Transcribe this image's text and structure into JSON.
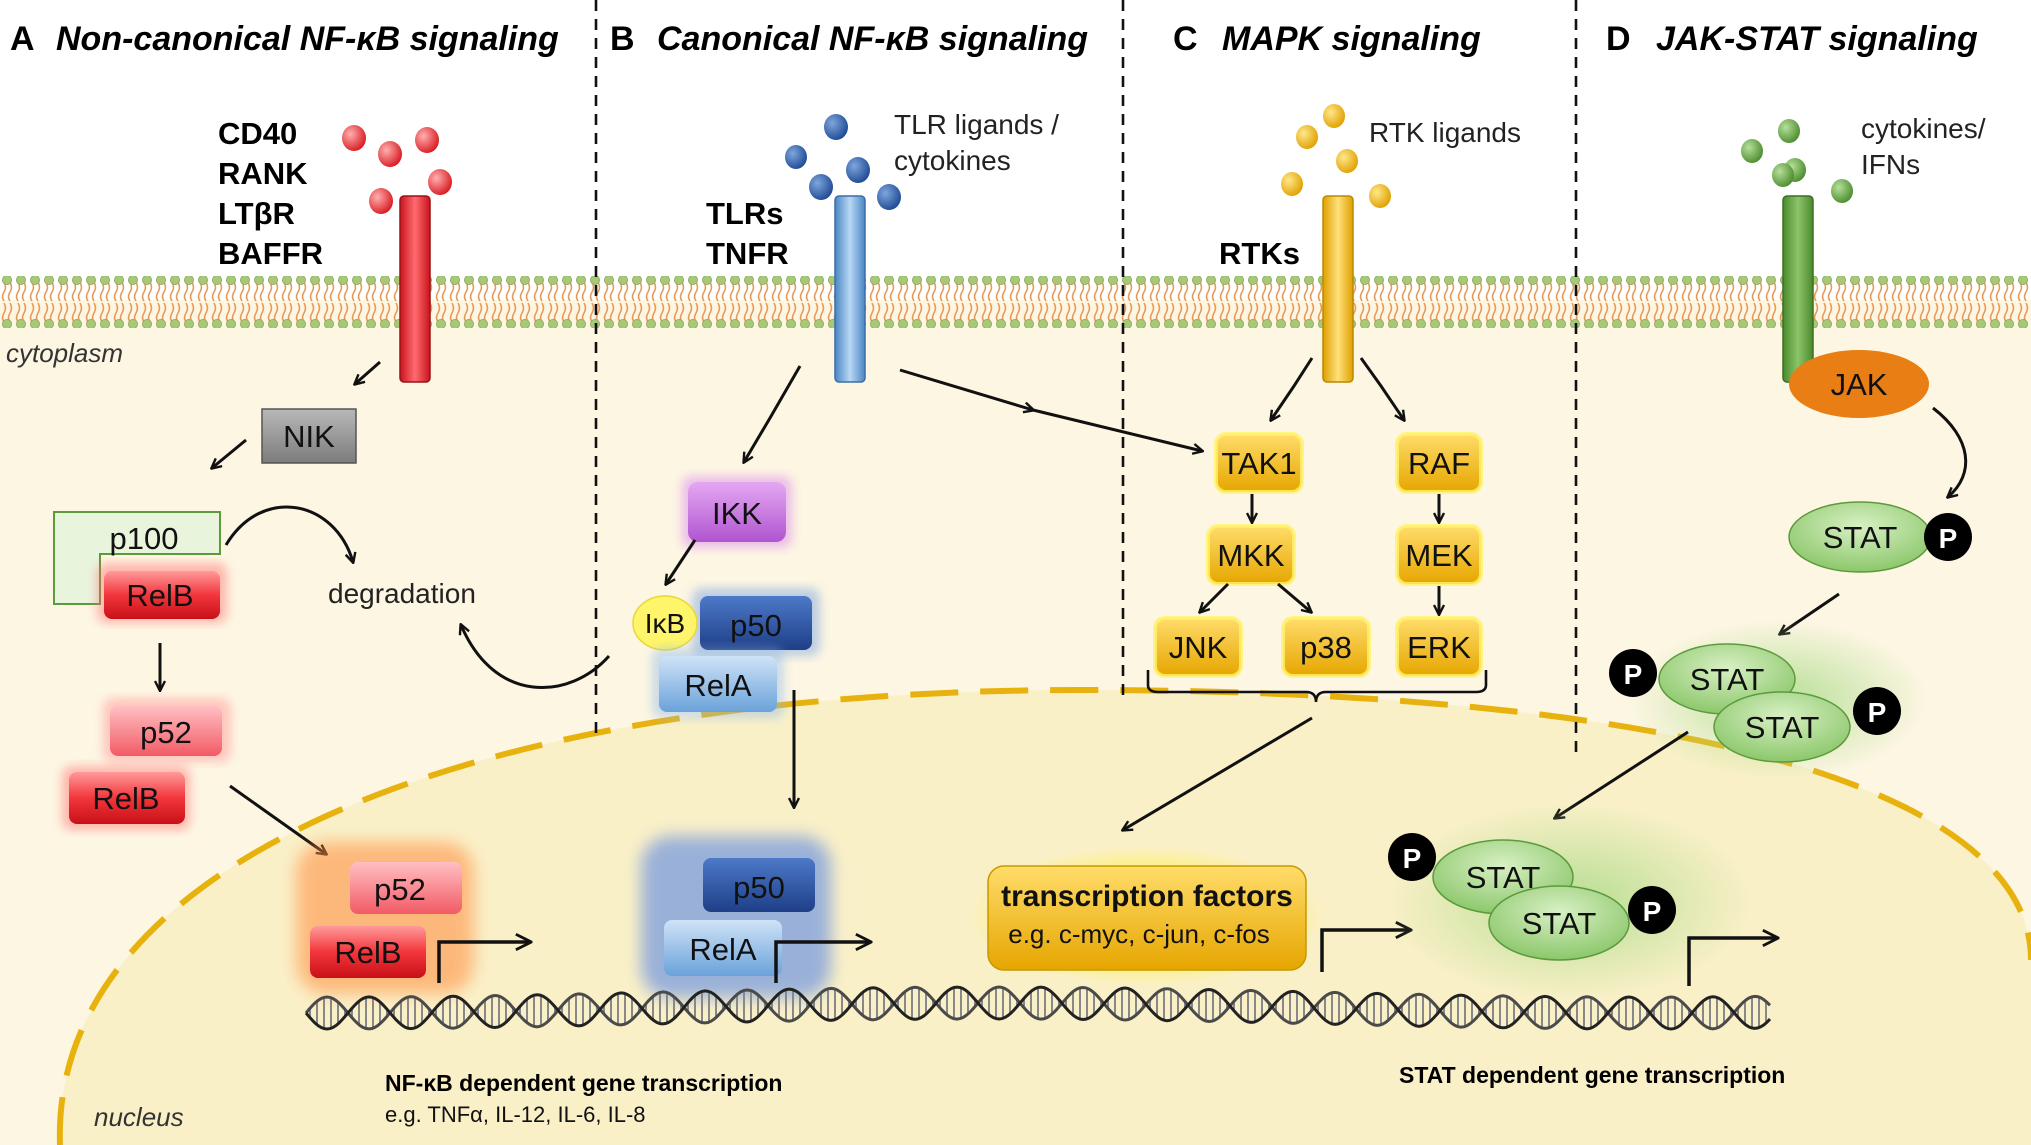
{
  "panels": {
    "a": {
      "letter": "A",
      "title": "Non-canonical NF-κB signaling"
    },
    "b": {
      "letter": "B",
      "title": "Canonical NF-κB signaling"
    },
    "c": {
      "letter": "C",
      "title": "MAPK signaling"
    },
    "d": {
      "letter": "D",
      "title": "JAK-STAT signaling"
    }
  },
  "regions": {
    "cytoplasm": "cytoplasm",
    "nucleus": "nucleus"
  },
  "receptors": {
    "a": [
      "CD40",
      "RANK",
      "LTβR",
      "BAFFR"
    ],
    "b": [
      "TLRs",
      "TNFR"
    ],
    "c": "RTKs"
  },
  "ligands": {
    "b": [
      "TLR ligands /",
      "cytokines"
    ],
    "c": "RTK ligands",
    "d": [
      "cytokines/",
      "IFNs"
    ]
  },
  "nodes": {
    "nik": "NIK",
    "p100": "p100",
    "relb": "RelB",
    "p52": "p52",
    "degradation": "degradation",
    "ikk": "IKK",
    "ikb": "IκB",
    "p50": "p50",
    "rela": "RelA",
    "tak1": "TAK1",
    "raf": "RAF",
    "mkk": "MKK",
    "mek": "MEK",
    "jnk": "JNK",
    "p38": "p38",
    "erk": "ERK",
    "jak": "JAK",
    "stat": "STAT",
    "p": "P"
  },
  "transcription_factors": {
    "title": "transcription factors",
    "examples": "e.g. c-myc, c-jun, c-fos"
  },
  "captions": {
    "nfkb_title": "NF-κB dependent gene transcription",
    "nfkb_examples": "e.g. TNFα, IL-12, IL-6, IL-8",
    "stat_title": "STAT dependent gene transcription"
  },
  "colors": {
    "cytoplasm": "#fdf6e3",
    "nucleus": "#faf0c8",
    "nuclear_envelope": "#e8b20e",
    "membrane_lipid": "#9cbf6a",
    "membrane_tail": "#e89a5a",
    "red": "#e8232a",
    "blue": "#6aa7dc",
    "dark_blue": "#2d5aa8",
    "gold": "#f0b800",
    "green": "#5c9a3c",
    "purple": "#b55ad3",
    "orange": "#e87e14"
  }
}
